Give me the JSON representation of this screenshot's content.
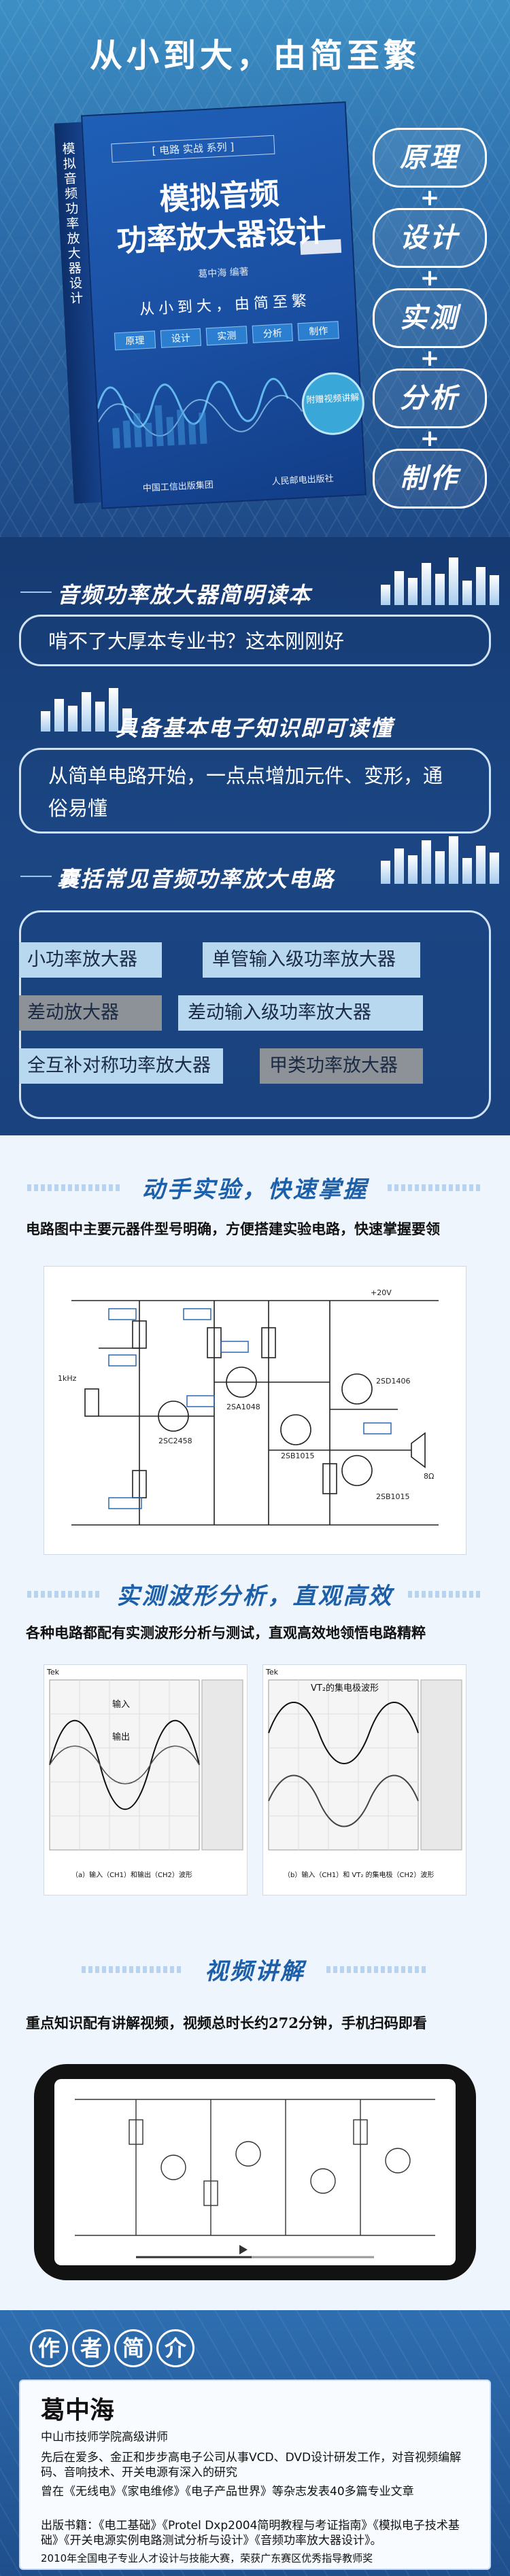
{
  "hero": {
    "title": "从小到大，由简至繁",
    "book": {
      "series": "[ 电路 实战 系列 ]",
      "title_line1": "模拟音频",
      "title_line2": "功率放大器设计",
      "spine": "模拟音频功率放大器设计",
      "author": "葛中海 编著",
      "slogan": "从小到大，由简至繁",
      "chips": [
        "原理",
        "设计",
        "实测",
        "分析",
        "制作"
      ],
      "badge": "附赠视频讲解",
      "publisher1": "中国工信出版集团",
      "publisher2": "人民邮电出版社"
    },
    "steps": [
      "原理",
      "设计",
      "实测",
      "分析",
      "制作"
    ],
    "plus": "+"
  },
  "features": {
    "f1": {
      "heading": "音频功率放大器简明读本",
      "text": "啃不了大厚本专业书？这本刚刚好"
    },
    "f2": {
      "heading": "具备基本电子知识即可读懂",
      "text": "从简单电路开始，一点点增加元件、变形，通俗易懂"
    },
    "f3": {
      "heading": "囊括常见音频功率放大电路",
      "rows": [
        {
          "left": "小功率放大器",
          "right": "单管输入级功率放大器"
        },
        {
          "left": "差动放大器",
          "right": "差动输入级功率放大器"
        },
        {
          "left": "全互补对称功率放大器",
          "right": "甲类功率放大器"
        }
      ]
    }
  },
  "lower": {
    "s1": {
      "heading": "动手实验，快速掌握",
      "desc": "电路图中主要元器件型号明确，方便搭建实验电路，快速掌握要领"
    },
    "s2": {
      "heading": "实测波形分析，直观高效",
      "desc": "各种电路都配有实测波形分析与测试，直观高效地领悟电路精粹"
    },
    "s3": {
      "heading": "视频讲解",
      "desc": "重点知识配有讲解视频，视频总时长约272分钟，手机扫码即看"
    },
    "scope1_caption": "（a）输入（CH1）和输出（CH2）波形",
    "scope2_caption": "（b）输入（CH1）和 VT₂ 的集电极（CH2）波形",
    "scope1_label": "输入",
    "scope1_label2": "输出",
    "scope2_label": "VT₂的集电极波形"
  },
  "author": {
    "tags": [
      "作",
      "者",
      "简",
      "介"
    ],
    "name": "葛中海",
    "paragraphs": [
      "中山市技师学院高级讲师",
      "先后在爱多、金正和步步高电子公司从事VCD、DVD设计研发工作，对音视频编解码、音响技术、开关电源有深入的研究",
      "曾在《无线电》《家电维修》《电子产品世界》等杂志发表40多篇专业文章",
      "出版书籍：《电工基础》《Protel Dxp2004简明教程与考证指南》《模拟电子技术基础》《开关电源实例电路测试分析与设计》《音频功率放大器设计》。",
      "2010年全国电子专业人才设计与技能大赛，荣获广东赛区优秀指导教师奖"
    ]
  },
  "colors": {
    "brand_blue": "#1d5fa8",
    "light_blue_row": "#b8d8f0",
    "gray_row": "#8d9198"
  }
}
